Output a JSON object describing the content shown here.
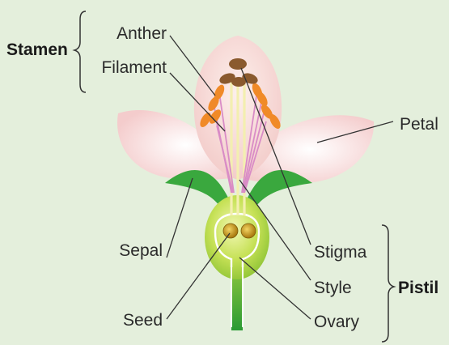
{
  "groups": {
    "stamen": "Stamen",
    "pistil": "Pistil"
  },
  "labels": {
    "anther": "Anther",
    "filament": "Filament",
    "petal": "Petal",
    "sepal": "Sepal",
    "seed": "Seed",
    "stigma": "Stigma",
    "style": "Style",
    "ovary": "Ovary"
  },
  "colors": {
    "background": "#e4efdc",
    "petal": "#f8dede",
    "petal_center": "#ffffff",
    "sepal": "#3aa83e",
    "stem": "#2e9a2e",
    "ovary": "#b9dc4a",
    "anther": "#f08a28",
    "stigma": "#8a5a2e",
    "filament": "#d98cc6",
    "style": "#f3efb0",
    "seed": "#c9a21b"
  }
}
